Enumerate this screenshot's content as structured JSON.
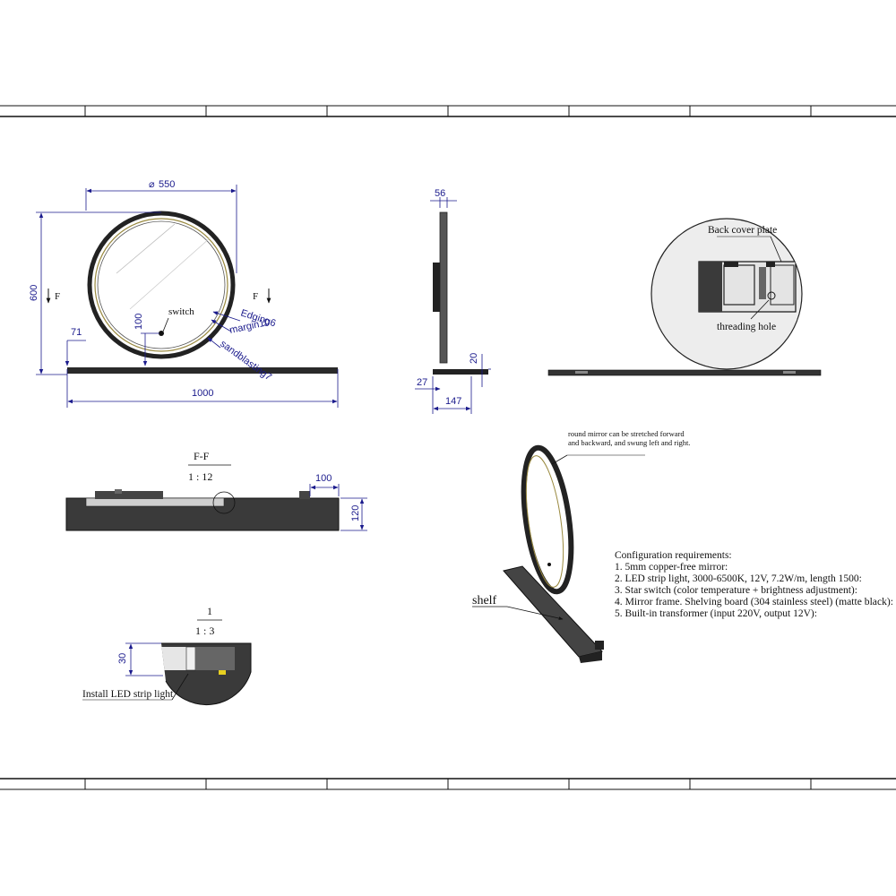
{
  "front_view": {
    "dia_label": "550",
    "height_label": "600",
    "offset_label": "71",
    "width_label": "1000",
    "switch_dim": "100",
    "section_mark": "F",
    "switch_label": "switch",
    "edging_label": "Edging6",
    "margin_label": "margin10",
    "sandblasting_label": "sandblasting7"
  },
  "side_view": {
    "depth_label": "56",
    "shelf_thk_label": "20",
    "shelf_offset_label": "27",
    "shelf_depth_label": "147"
  },
  "detail_circle": {
    "back_cover_label": "Back cover plate",
    "threading_label": "threading hole"
  },
  "section_ff": {
    "title": "F-F",
    "scale": "1 : 12",
    "dim_100": "100",
    "dim_120": "120"
  },
  "detail_1": {
    "title": "1",
    "scale": "1 : 3",
    "dim_30": "30",
    "led_label": "Install LED strip light"
  },
  "iso_view": {
    "note_line1": "round mirror can be stretched forward",
    "note_line2": "and backward, and swung left and right.",
    "shelf_label": "shelf"
  },
  "config": {
    "title": "Configuration requirements:",
    "items": [
      "1. 5mm copper-free mirror:",
      "2. LED strip light, 3000-6500K, 12V, 7.2W/m, length 1500:",
      "3. Star switch (color temperature + brightness adjustment):",
      "4. Mirror frame. Shelving board (304 stainless steel) (matte black):",
      "5. Built-in transformer (input 220V, output 12V):"
    ]
  },
  "colors": {
    "dimension": "#1a1a8c",
    "line": "#111111",
    "metal": "#3a3a3a"
  }
}
